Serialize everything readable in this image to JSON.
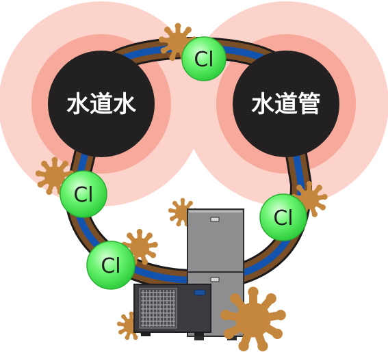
{
  "labels": {
    "left_circle": "水道水",
    "right_circle": "水道管",
    "chlorine": [
      "Cl",
      "Cl",
      "Cl",
      "Cl"
    ]
  },
  "colors": {
    "halo_outer": "#fcd3cb",
    "halo_inner": "#f7aa9c",
    "dark_circle": "#232021",
    "pipe_outer": "#1c1a1a",
    "pipe_brown": "#7a4e26",
    "pipe_blue": "#1353b0",
    "chlorine_green": "#5fee6a",
    "germ": "#c4873d",
    "heater_gray": "#8e8e90",
    "heater_dark": "#3c3c40"
  },
  "icons": [
    "germ-icon",
    "chlorine-molecule-icon",
    "water-heater-icon",
    "heat-pump-unit-icon"
  ]
}
